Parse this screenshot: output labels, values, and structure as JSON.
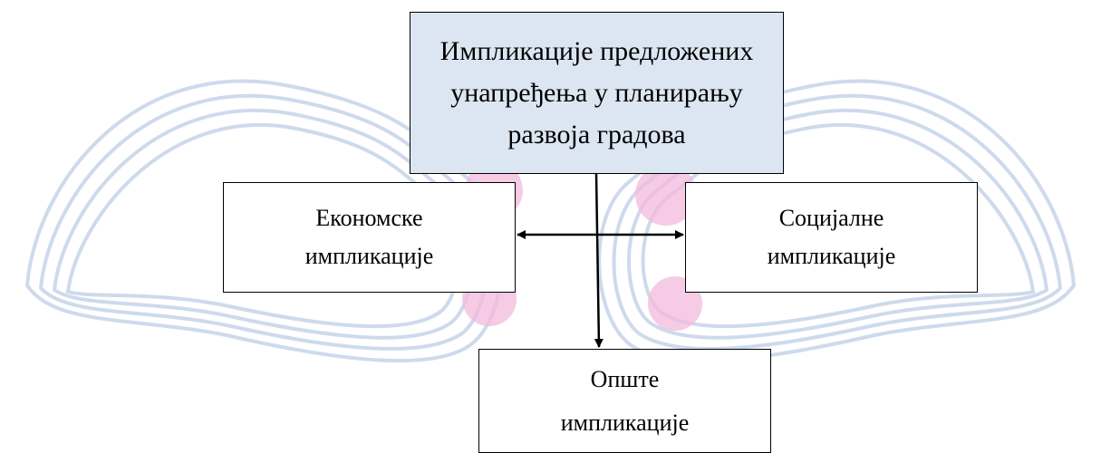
{
  "diagram": {
    "nodes": {
      "top": {
        "lines": [
          "Импликације предложених",
          "унапређења у планирању",
          "развоја градова"
        ]
      },
      "left": {
        "lines": [
          "Економске",
          "импликације"
        ]
      },
      "right": {
        "lines": [
          "Социјалне",
          "импликације"
        ]
      },
      "bottom": {
        "lines": [
          "Опште",
          "импликације"
        ]
      }
    },
    "edges": [
      {
        "from": "top",
        "to": "bottom",
        "type": "arrow"
      },
      {
        "from": "left",
        "to": "right",
        "type": "double-arrow"
      }
    ]
  },
  "colors": {
    "top_fill": "#dce6f2",
    "box_fill": "#ffffff",
    "border": "#000000",
    "watermark_wave": "#c9d7ea",
    "watermark_circle": "#f3b9dc"
  }
}
